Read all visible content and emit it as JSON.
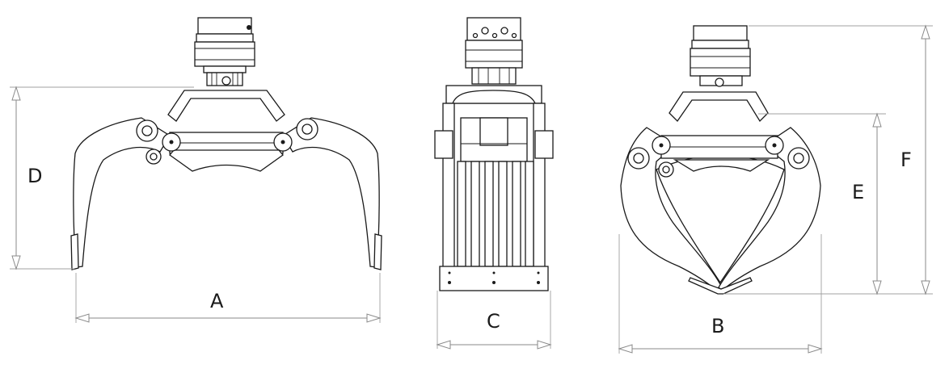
{
  "dimensions": {
    "a": "A",
    "b": "B",
    "c": "C",
    "d": "D",
    "e": "E",
    "f": "F"
  },
  "colors": {
    "line": "#1a1a1a",
    "dimension_line": "#8a8a8a",
    "background": "#ffffff"
  }
}
